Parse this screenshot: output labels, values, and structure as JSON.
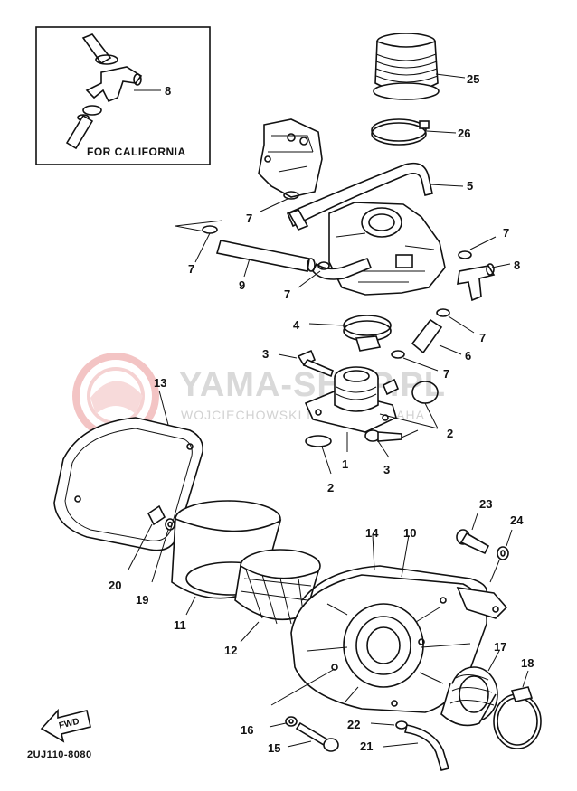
{
  "diagram": {
    "inset_caption": "FOR CALIFORNIA",
    "drawing_code": "2UJ110-8080",
    "fwd_badge": "FWD",
    "watermark": {
      "brand": "YAMA-SHOP.PL",
      "tagline": "WOJCIECHOWSKI DEALER YAMAHA"
    },
    "accent_color": "#c8102e",
    "part_numbers": [
      "1",
      "2",
      "3",
      "4",
      "5",
      "6",
      "7",
      "8",
      "9",
      "10",
      "11",
      "12",
      "13",
      "14",
      "15",
      "16",
      "17",
      "18",
      "19",
      "20",
      "21",
      "22",
      "23",
      "24",
      "25",
      "26"
    ],
    "callouts": {
      "c8_inset": "8",
      "c25": "25",
      "c26": "26",
      "c5": "5",
      "c7_a": "7",
      "c7_b": "7",
      "c7_c": "7",
      "c7_d": "7",
      "c7_e": "7",
      "c7_f": "7",
      "c8": "8",
      "c9": "9",
      "c4": "4",
      "c6": "6",
      "c3_a": "3",
      "c3_b": "3",
      "c2_a": "2",
      "c2_b": "2",
      "c1": "1",
      "c13": "13",
      "c14": "14",
      "c10": "10",
      "c23": "23",
      "c24": "24",
      "c20": "20",
      "c19": "19",
      "c11": "11",
      "c12": "12",
      "c17": "17",
      "c18": "18",
      "c16": "16",
      "c22": "22",
      "c15": "15",
      "c21": "21"
    }
  }
}
